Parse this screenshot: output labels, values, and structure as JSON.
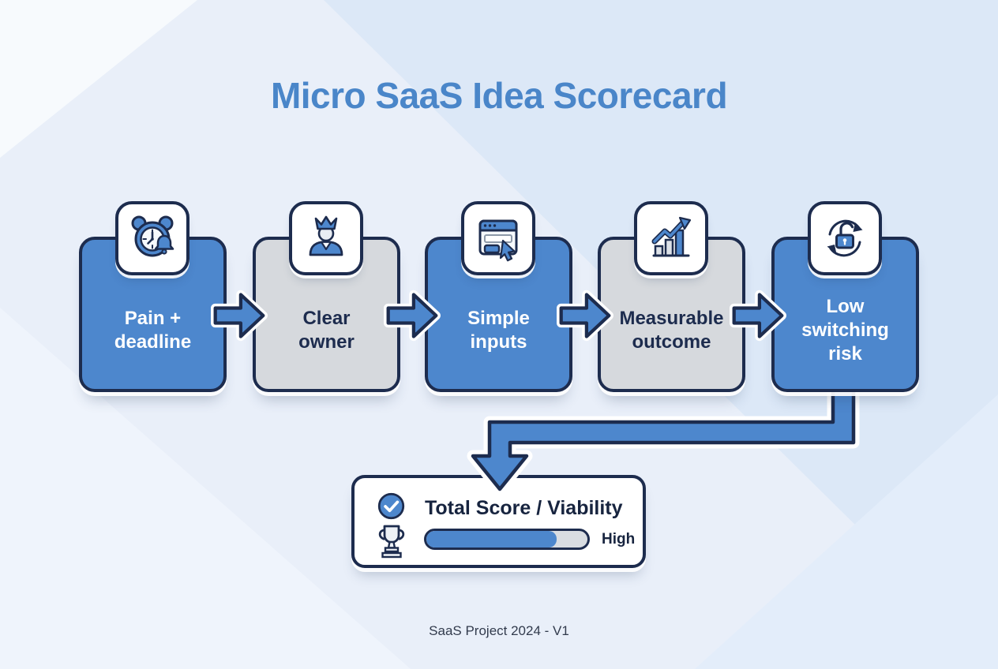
{
  "title": "Micro SaaS Idea Scorecard",
  "footer": "SaaS Project 2024 - V1",
  "colors": {
    "accent_blue": "#4d87cd",
    "title_blue": "#4a86c9",
    "navy_outline": "#1d2c4e",
    "card_gray": "#d6d9dd",
    "background": "#e9eff9"
  },
  "steps": [
    {
      "label": "Pain +\ndeadline",
      "icon": "alarm-clock-icon",
      "variant": "blue"
    },
    {
      "label": "Clear\nowner",
      "icon": "crown-user-icon",
      "variant": "gray"
    },
    {
      "label": "Simple\ninputs",
      "icon": "web-form-icon",
      "variant": "blue"
    },
    {
      "label": "Measurable\noutcome",
      "icon": "growth-chart-icon",
      "variant": "gray"
    },
    {
      "label": "Low\nswitching\nrisk",
      "icon": "unlock-refresh-icon",
      "variant": "blue"
    }
  ],
  "score_panel": {
    "title": "Total Score / Viability",
    "title_icon": "check-circle-icon",
    "gauge_icon": "trophy-icon",
    "progress_percent": 81,
    "progress_label": "High"
  }
}
